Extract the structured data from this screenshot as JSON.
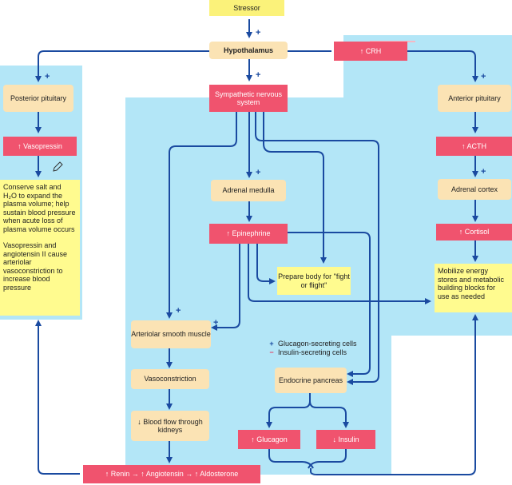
{
  "stressor": "Stressor",
  "hypothalamus": "Hypothalamus",
  "crh": "↑ CRH",
  "posterior_pituitary": "Posterior pituitary",
  "vasopressin": "↑ Vasopressin",
  "left_text_1": "Conserve salt and H₂O to expand the plasma volume; help sustain blood pressure when acute loss of plasma volume occurs",
  "left_text_2": "Vasopressin and angiotensin II cause arteriolar vasoconstriction to increase blood pressure",
  "sympathetic": "Sympathetic nervous system",
  "adrenal_medulla": "Adrenal medulla",
  "epinephrine": "↑ Epinephrine",
  "fight_or_flight": "Prepare body for \"fight or flight\"",
  "arteriolar": "Arteriolar smooth muscle",
  "vasoconstriction": "Vasoconstriction",
  "blood_flow": "↓ Blood flow through kidneys",
  "legend_glucagon": "Glucagon-secreting cells",
  "legend_insulin": "Insulin-secreting cells",
  "legend_plus": "+",
  "legend_minus": "−",
  "endocrine": "Endocrine pancreas",
  "glucagon": "↑ Glucagon",
  "insulin": "↓ Insulin",
  "raa": "↑ Renin → ↑ Angiotensin → ↑ Aldosterone",
  "anterior_pituitary": "Anterior pituitary",
  "acth": "↑ ACTH",
  "adrenal_cortex": "Adrenal cortex",
  "cortisol": "↑ Cortisol",
  "right_text": "Mobilize energy stores and metabolic building blocks for use as needed",
  "colors": {
    "panel": "#b3e6f7",
    "arrow": "#1a4aa0",
    "red": "#f0536e",
    "tan": "#fbe3b4",
    "yellow": "#fffb8f"
  },
  "icons": {
    "pencil": "pencil-icon"
  }
}
